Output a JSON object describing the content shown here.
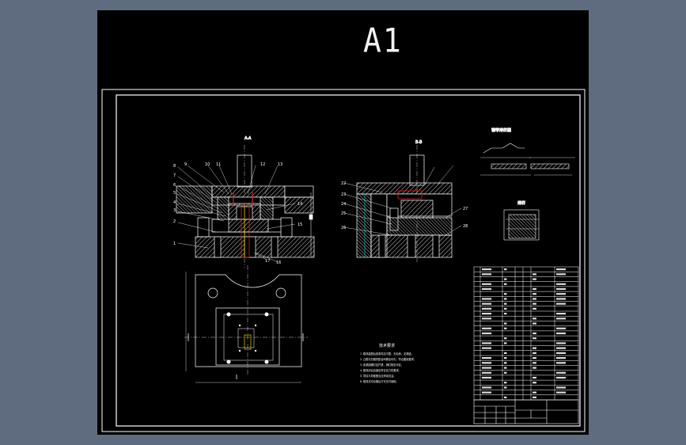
{
  "sheet": {
    "title": "A1"
  },
  "views": {
    "section_aa": "A-A",
    "section_bb": "B-B",
    "detail_title": "钢带排样图",
    "strip_label": "排样",
    "front_left_labels": [
      "8",
      "9",
      "10",
      "11",
      "12",
      "13",
      "7",
      "6",
      "5",
      "4",
      "3",
      "2",
      "1"
    ],
    "front_left_right_labels": [
      "14",
      "15",
      "17",
      "16"
    ],
    "front_right_labels": [
      "22",
      "23",
      "24",
      "25",
      "26",
      "27",
      "28"
    ]
  },
  "notes": {
    "title": "技术要求",
    "lines": [
      "1. 模具装配后各零件应平整，无毛刺，无锈迹。",
      "2. 凸模与凹模的配合间隙应均匀，符合图纸要求。",
      "3. 各紧固螺钉应拧紧，销钉配合可靠。",
      "4. 模具闭合高度应符合压力机要求。",
      "5. 导柱与导套配合应滑动灵活。",
      "6. 模具试冲合格后方可交付使用。"
    ]
  },
  "colors": {
    "background": "#5f6b7f",
    "paper": "#000000",
    "line": "#ffffff",
    "hatch": "#e8e0e0",
    "accent_red": "#d42424",
    "accent_yellow": "#f0d400",
    "accent_cyan": "#00c8d8"
  },
  "icons": {
    "center_mark": "crosshair"
  }
}
